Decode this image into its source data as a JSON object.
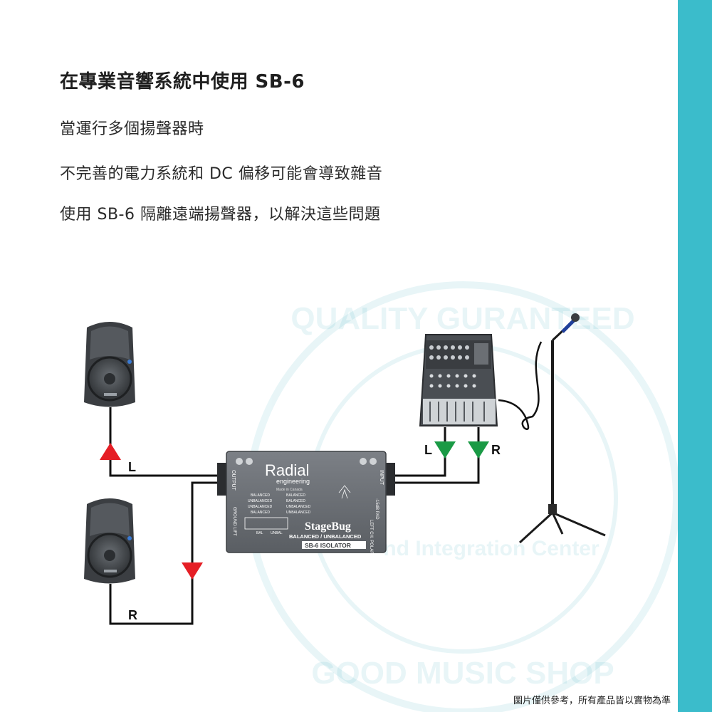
{
  "accent_color": "#3bbccb",
  "headline": "在專業音響系統中使用 SB-6",
  "body_lines": [
    "當運行多個揚聲器時",
    "不完善的電力系統和 DC 偏移可能會導致雜音",
    "使用 SB-6 隔離遠端揚聲器，以解決這些問題"
  ],
  "diagram": {
    "channel_left": "L",
    "channel_right": "R",
    "device": {
      "brand": "Radial",
      "brand_sub": "engineering",
      "made_in": "Made in Canada",
      "series": "StageBug",
      "subtitle": "BALANCED / UNBALANCED",
      "model": "SB-6 ISOLATOR",
      "output_label": "OUTPUT",
      "input_label": "INPUT",
      "ground_label": "GROUND LIFT",
      "switch_labels": [
        "BAL",
        "UNBAL"
      ],
      "pad_label": "-15dB PAD",
      "polarity_label": "LEFT CH. POLARITY",
      "table_rows": [
        [
          "BALANCED",
          "BALANCED"
        ],
        [
          "UNBALANCED",
          "BALANCED"
        ],
        [
          "UNBALANCED",
          "UNBALANCED"
        ],
        [
          "BALANCED",
          "UNBALANCED"
        ]
      ]
    },
    "watermark": {
      "top": "QUALITY GURANTEED",
      "bottom": "GOOD MUSIC SHOP",
      "middle": "nd Integration Center"
    }
  },
  "footnote": "圖片僅供參考，所有產品皆以實物為準"
}
